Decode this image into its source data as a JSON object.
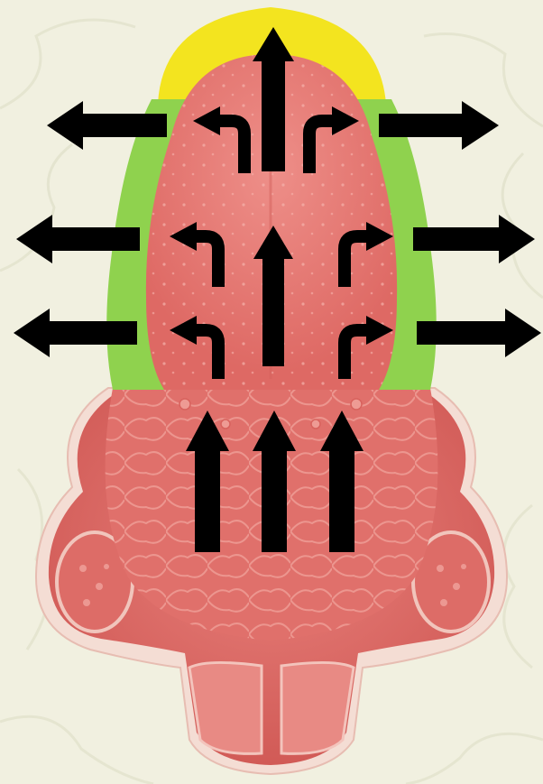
{
  "diagram": {
    "subject": "tongue-flow-diagram",
    "colors": {
      "background": "#f1f0e0",
      "background_veins": "#e3e3cf",
      "tip_zone": "#f3e41f",
      "side_zone": "#8fd24e",
      "tongue_body": "#e2706c",
      "tongue_body_light": "#ec8b86",
      "tongue_base": "#d85f5b",
      "tongue_texture": "#f2a09a",
      "tissue_outline": "#f4ddd4",
      "arrow": "#000000"
    },
    "arrows": {
      "upward_center": [
        "up-arrow-top",
        "up-arrow-middle"
      ],
      "outward_left": [
        "left-arrow-upper",
        "left-arrow-middle",
        "left-arrow-lower"
      ],
      "outward_right": [
        "right-arrow-upper",
        "right-arrow-middle",
        "right-arrow-lower"
      ],
      "curved_left": [
        "curved-left-upper",
        "curved-left-middle",
        "curved-left-lower"
      ],
      "curved_right": [
        "curved-right-upper",
        "curved-right-middle",
        "curved-right-lower"
      ],
      "upward_base": [
        "base-arrow-left",
        "base-arrow-center",
        "base-arrow-right"
      ]
    }
  }
}
